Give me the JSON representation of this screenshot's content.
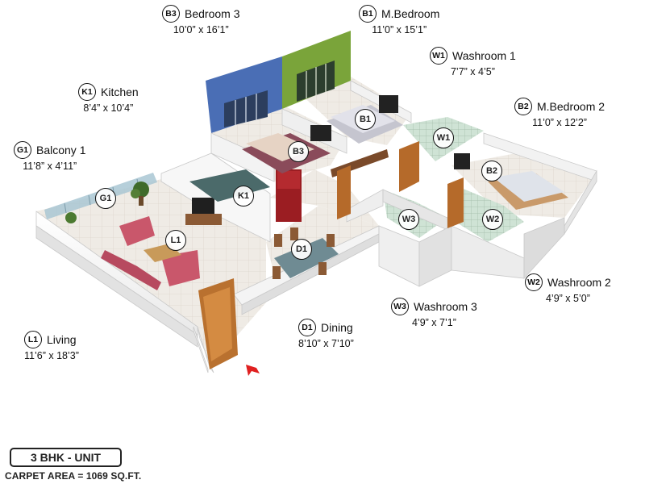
{
  "rooms": {
    "bedroom3": {
      "code": "B3",
      "name": "Bedroom 3",
      "dimensions": "10’0” x 16’1”"
    },
    "mbedroom1": {
      "code": "B1",
      "name": "M.Bedroom",
      "dimensions": "11’0” x 15’1”"
    },
    "washroom1": {
      "code": "W1",
      "name": "Washroom 1",
      "dimensions": "7’7” x 4’5”"
    },
    "kitchen": {
      "code": "K1",
      "name": "Kitchen",
      "dimensions": "8’4” x 10’4”"
    },
    "mbedroom2": {
      "code": "B2",
      "name": "M.Bedroom 2",
      "dimensions": "11’0” x 12’2”"
    },
    "balcony1": {
      "code": "G1",
      "name": "Balcony 1",
      "dimensions": "11’8” x 4’11”"
    },
    "washroom2": {
      "code": "W2",
      "name": "Washroom 2",
      "dimensions": "4’9” x 5’0”"
    },
    "washroom3": {
      "code": "W3",
      "name": "Washroom 3",
      "dimensions": "4’9” x 7’1”"
    },
    "dining": {
      "code": "D1",
      "name": "Dining",
      "dimensions": "8’10” x 7’10”"
    },
    "living": {
      "code": "L1",
      "name": "Living",
      "dimensions": "11’6” x 18’3”"
    }
  },
  "map_badges": [
    "B3",
    "B1",
    "W1",
    "K1",
    "B2",
    "G1",
    "W3",
    "W2",
    "D1",
    "L1"
  ],
  "unit_type": "3 BHK - UNIT",
  "carpet_area": "CARPET AREA = 1069 SQ.FT.",
  "colors": {
    "bedroom3_wall": "#4a6eb5",
    "mbedroom1_wall": "#7aa43a",
    "floor_tile": "#ece8e2",
    "wood": "#b56a2a",
    "sofa": "#c9576b",
    "entry_arrow": "#e02020"
  },
  "icons": {
    "entry": "red-arrow-icon"
  }
}
